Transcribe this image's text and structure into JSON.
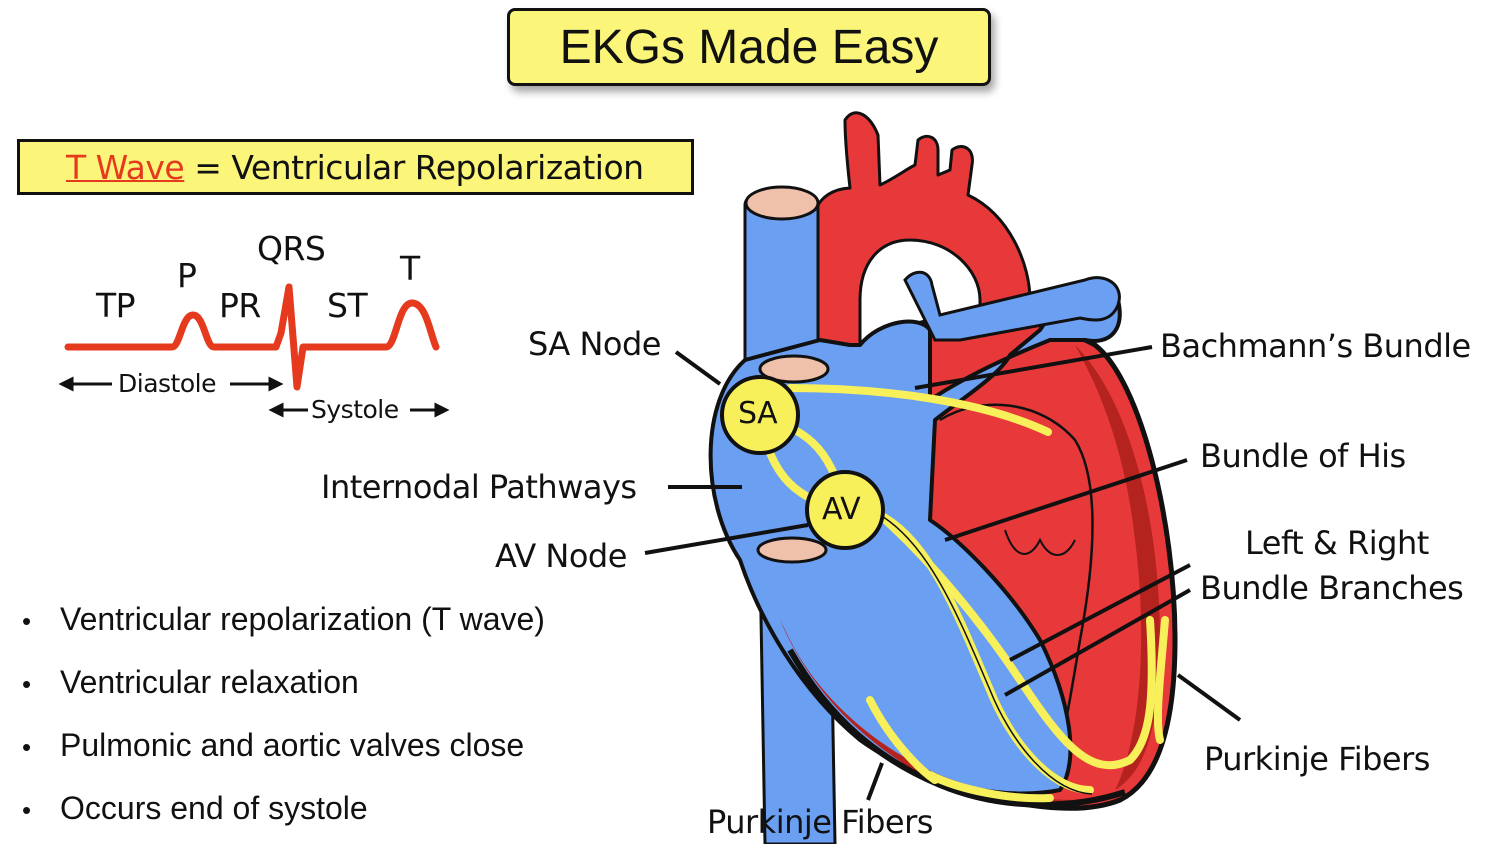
{
  "title": "EKGs Made Easy",
  "subtitle": {
    "highlight": "T Wave",
    "equals": "=",
    "rest": "Ventricular Repolarization"
  },
  "ekg": {
    "tp": "TP",
    "p": "P",
    "pr": "PR",
    "qrs": "QRS",
    "st": "ST",
    "t": "T",
    "diastole": "Diastole",
    "systole": "Systole"
  },
  "heart_labels": {
    "sa_node": "SA Node",
    "internodal": "Internodal Pathways",
    "av_node": "AV Node",
    "bachmann": "Bachmann’s Bundle",
    "his": "Bundle of His",
    "branches_line1": "Left & Right",
    "branches_line2": "Bundle Branches",
    "purkinje_right": "Purkinje Fibers",
    "purkinje_bottom": "Purkinje Fibers",
    "sa": "SA",
    "av": "AV"
  },
  "bullets": [
    "Ventricular repolarization (T wave)",
    "Ventricular relaxation",
    "Pulmonic and aortic valves close",
    "Occurs end of systole"
  ],
  "bullet_symbol": "•",
  "colors": {
    "title_bg": "#fbf67a",
    "t_wave": "#e63a1f",
    "ekg_line": "#e63a1f",
    "heart_red": "#e8393a",
    "heart_dark_red": "#b5231f",
    "heart_blue": "#6a9ff2",
    "conduction_yellow": "#f7f05a",
    "vessel_pink": "#efc0aa"
  }
}
